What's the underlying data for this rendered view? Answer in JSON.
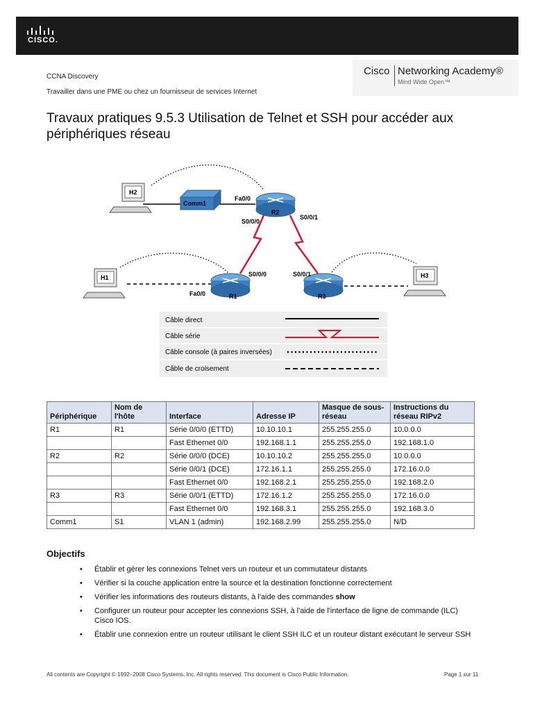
{
  "header": {
    "logo_text": "CISCO.",
    "course": "CCNA Discovery",
    "subtitle": "Travailler dans une PME ou chez un fournisseur de services Internet",
    "brand_left": "Cisco",
    "brand_right": "Networking Academy®",
    "brand_tagline": "Mind Wide Open™"
  },
  "title": "Travaux pratiques 9.5.3 Utilisation de Telnet et SSH pour accéder aux périphériques réseau",
  "topology": {
    "devices": {
      "h1": "H1",
      "h2": "H2",
      "h3": "H3",
      "comm1": "Comm1",
      "r1": "R1",
      "r2": "R2",
      "r3": "R3"
    },
    "interfaces": {
      "r2_fa": "Fa0/0",
      "r2_s000": "S0/0/0",
      "r2_s001": "S0/0/1",
      "r1_s000": "S0/0/0",
      "r1_fa": "Fa0/0",
      "r3_s001": "S0/0/1"
    },
    "legend": [
      "Câble direct",
      "Câble série",
      "Câble console (à paires inversées)",
      "Câble de croisement"
    ]
  },
  "table": {
    "headers": [
      "Périphérique",
      "Nom de l'hôte",
      "Interface",
      "Adresse IP",
      "Masque de sous-réseau",
      "Instructions du réseau RIPv2"
    ],
    "rows": [
      [
        "R1",
        "R1",
        "Série 0/0/0 (ETTD)",
        "10.10.10.1",
        "255.255.255.0",
        "10.0.0.0"
      ],
      [
        "",
        "",
        "Fast Ethernet 0/0",
        "192.168.1.1",
        "255.255.255.0",
        "192.168.1.0"
      ],
      [
        "R2",
        "R2",
        "Série 0/0/0 (DCE)",
        "10.10.10.2",
        "255.255.255.0",
        "10.0.0.0"
      ],
      [
        "",
        "",
        "Série 0/0/1 (DCE)",
        "172.16.1.1",
        "255.255.255.0",
        "172.16.0.0"
      ],
      [
        "",
        "",
        "Fast Ethernet 0/0",
        "192.168.2.1",
        "255.255.255.0",
        "192.168.2.0"
      ],
      [
        "R3",
        "R3",
        "Série 0/0/1 (ETTD)",
        "172.16.1.2",
        "255.255.255.0",
        "172.16.0.0"
      ],
      [
        "",
        "",
        "Fast Ethernet 0/0",
        "192.168.3.1",
        "255.255.255.0",
        "192.168.3.0"
      ],
      [
        "Comm1",
        "S1",
        "VLAN 1 (admin)",
        "192.168.2.99",
        "255.255.255.0",
        "N/D"
      ]
    ]
  },
  "objectives": {
    "heading": "Objectifs",
    "items": [
      {
        "text": "Établir et gérer les connexions Telnet vers un routeur et un commutateur distants"
      },
      {
        "text": "Vérifier si la couche application entre la source et la destination fonctionne correctement"
      },
      {
        "text": "Vérifier les informations des routeurs distants, à l'aide des commandes ",
        "bold": "show"
      },
      {
        "text": "Configurer un routeur pour accepter les connexions SSH, à l'aide de l'interface de ligne de commande (ILC) Cisco IOS."
      },
      {
        "text": "Établir une connexion entre un routeur utilisant le client SSH ILC et un routeur distant exécutant le serveur SSH"
      }
    ]
  },
  "footer": {
    "copyright": "All contents are Copyright © 1992–2008 Cisco Systems, Inc. All rights reserved. This document is Cisco Public Information.",
    "page": "Page 1 sur 11"
  }
}
